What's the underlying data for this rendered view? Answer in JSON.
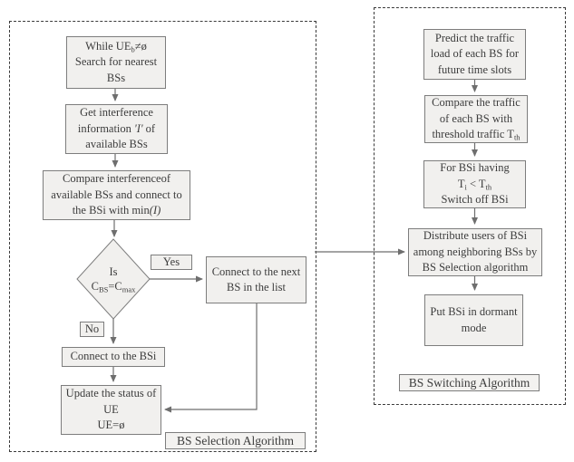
{
  "diagram": {
    "left": {
      "caption": "BS Selection Algorithm",
      "nodes": {
        "while_ue": {
          "l1a": "While UE",
          "l1sub": "b",
          "l1b": "≠ø",
          "l2": "Search for nearest",
          "l3": "BSs"
        },
        "get_info": {
          "l1": "Get interference",
          "l2a": "information ",
          "l2i": "'I'",
          "l2b": " of",
          "l3": "available BSs"
        },
        "compare": {
          "l1": "Compare interferenceof",
          "l2": "available BSs and connect to",
          "l3a": "the BSi with min",
          "l3i": "(I)"
        },
        "decision": {
          "l1": "Is",
          "l2a": "C",
          "l2sub1": "BS",
          "l2b": "=C",
          "l2sub2": "max"
        },
        "yes_label": "Yes",
        "no_label": "No",
        "connect_next": {
          "l1": "Connect to the next",
          "l2": "BS in the list"
        },
        "connect_bsi": {
          "l1": "Connect to the BSi"
        },
        "update": {
          "l1": "Update the status of",
          "l2": "UE",
          "l3": "UE=ø"
        }
      }
    },
    "right": {
      "caption": "BS Switching Algorithm",
      "nodes": {
        "predict": {
          "l1": "Predict the traffic",
          "l2": "load of each BS for",
          "l3": "future time slots"
        },
        "compare_traffic": {
          "l1": "Compare the traffic",
          "l2": "of each BS with",
          "l3a": "threshold traffic T",
          "l3sub": "th"
        },
        "switch_off": {
          "l1": "For BSi having",
          "l2a": "T",
          "l2sub1": "i",
          "l2b": " < T",
          "l2sub2": "th",
          "l3": "Switch off BSi"
        },
        "distribute": {
          "l1": "Distribute users of BSi",
          "l2": "among neighboring BSs by",
          "l3": "BS Selection algorithm"
        },
        "dormant": {
          "l1": "Put BSi in dormant",
          "l2": "mode"
        }
      }
    },
    "colors": {
      "box_fill": "#f1f0ee",
      "box_border": "#7d7d7d",
      "arrow": "#6e6e6e",
      "text": "#3c3c3c",
      "frame_border": "#3a3a3a"
    }
  }
}
